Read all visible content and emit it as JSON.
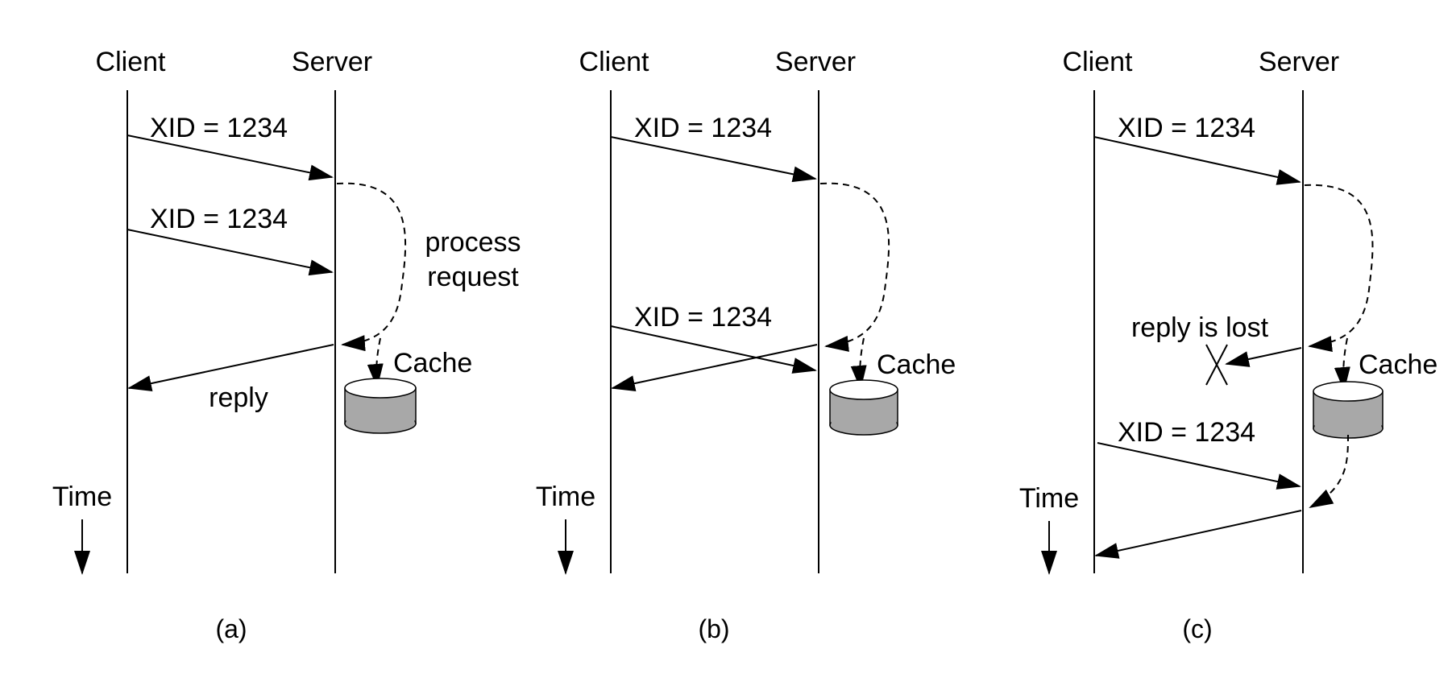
{
  "panels": [
    {
      "client": "Client",
      "server": "Server",
      "time": "Time",
      "caption": "(a)",
      "messages": [
        {
          "text": "XID = 1234"
        },
        {
          "text": "XID = 1234"
        }
      ],
      "process": [
        "process",
        "request"
      ],
      "cache": "Cache",
      "reply": "reply"
    },
    {
      "client": "Client",
      "server": "Server",
      "time": "Time",
      "caption": "(b)",
      "messages": [
        {
          "text": "XID = 1234"
        },
        {
          "text": "XID = 1234"
        }
      ],
      "cache": "Cache"
    },
    {
      "client": "Client",
      "server": "Server",
      "time": "Time",
      "caption": "(c)",
      "messages": [
        {
          "text": "XID = 1234"
        },
        {
          "text": "XID = 1234"
        }
      ],
      "lost": "reply is lost",
      "cache": "Cache"
    }
  ]
}
